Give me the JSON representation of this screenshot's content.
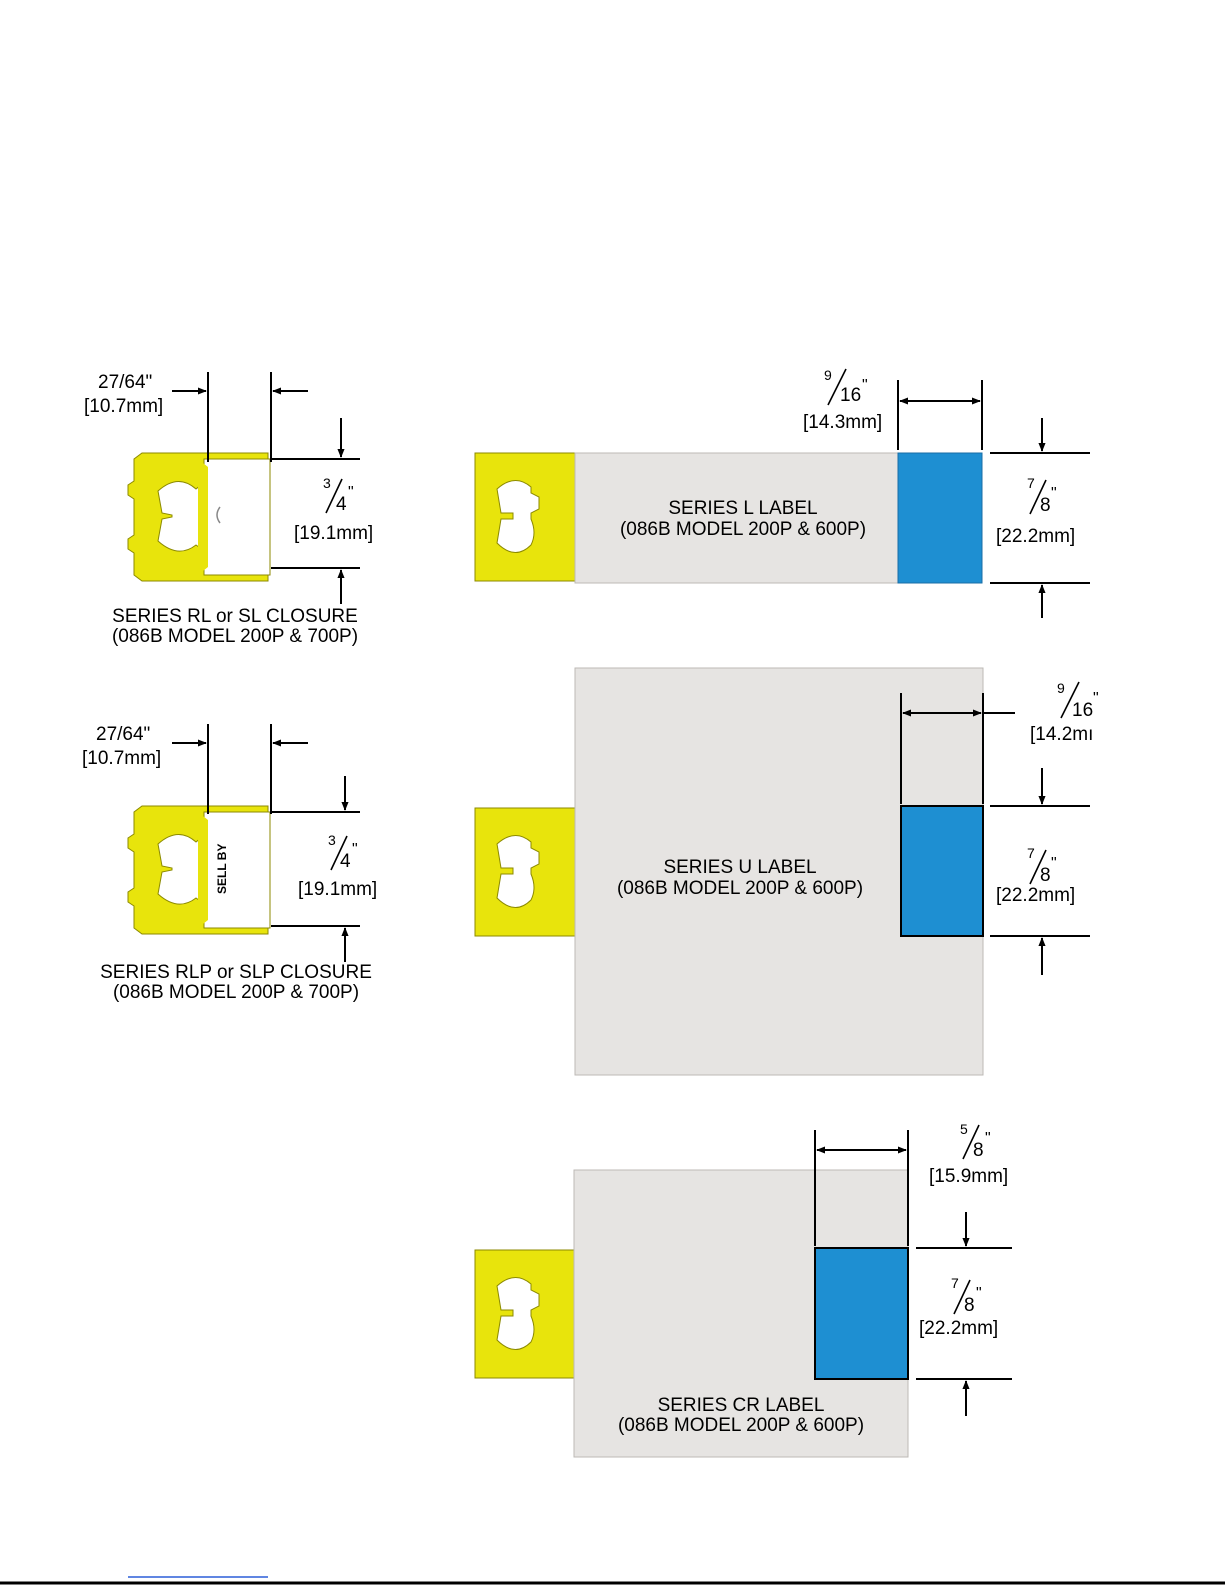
{
  "colors": {
    "clip_yellow": "#e8e40c",
    "label_gray": "#e6e4e2",
    "label_blue": "#1e8fd2",
    "hint_blue": "#2b5fd9"
  },
  "closure_rl": {
    "width_in": "27/64\"",
    "width_mm": "[10.7mm]",
    "height_num": "3",
    "height_den": "4",
    "height_in": "\"",
    "height_mm": "[19.1mm]",
    "title": "SERIES RL or SL CLOSURE",
    "subtitle": "(086B MODEL 200P & 700P)"
  },
  "closure_rlp": {
    "width_in": "27/64\"",
    "width_mm": "[10.7mm]",
    "height_num": "3",
    "height_den": "4",
    "height_in": "\"",
    "height_mm": "[19.1mm]",
    "tab_text": "SELL BY",
    "title": "SERIES RLP or SLP CLOSURE",
    "subtitle": "(086B MODEL 200P & 700P)"
  },
  "label_l": {
    "title": "SERIES L LABEL",
    "subtitle": "(086B MODEL 200P & 600P)",
    "width_num": "9",
    "width_den": "16",
    "width_in": "\"",
    "width_mm": "[14.3mm]",
    "height_num": "7",
    "height_den": "8",
    "height_in": "\"",
    "height_mm": "[22.2mm]"
  },
  "label_u": {
    "title": "SERIES U LABEL",
    "subtitle": "(086B MODEL 200P & 600P)",
    "width_num": "9",
    "width_den": "16",
    "width_in": "\"",
    "width_mm": "[14.2mı",
    "height_num": "7",
    "height_den": "8",
    "height_in": "\"",
    "height_mm": "[22.2mm]"
  },
  "label_cr": {
    "title": "SERIES CR LABEL",
    "subtitle": "(086B MODEL 200P & 600P)",
    "width_num": "5",
    "width_den": "8",
    "width_in": "\"",
    "width_mm": "[15.9mm]",
    "height_num": "7",
    "height_den": "8",
    "height_in": "\"",
    "height_mm": "[22.2mm]"
  }
}
